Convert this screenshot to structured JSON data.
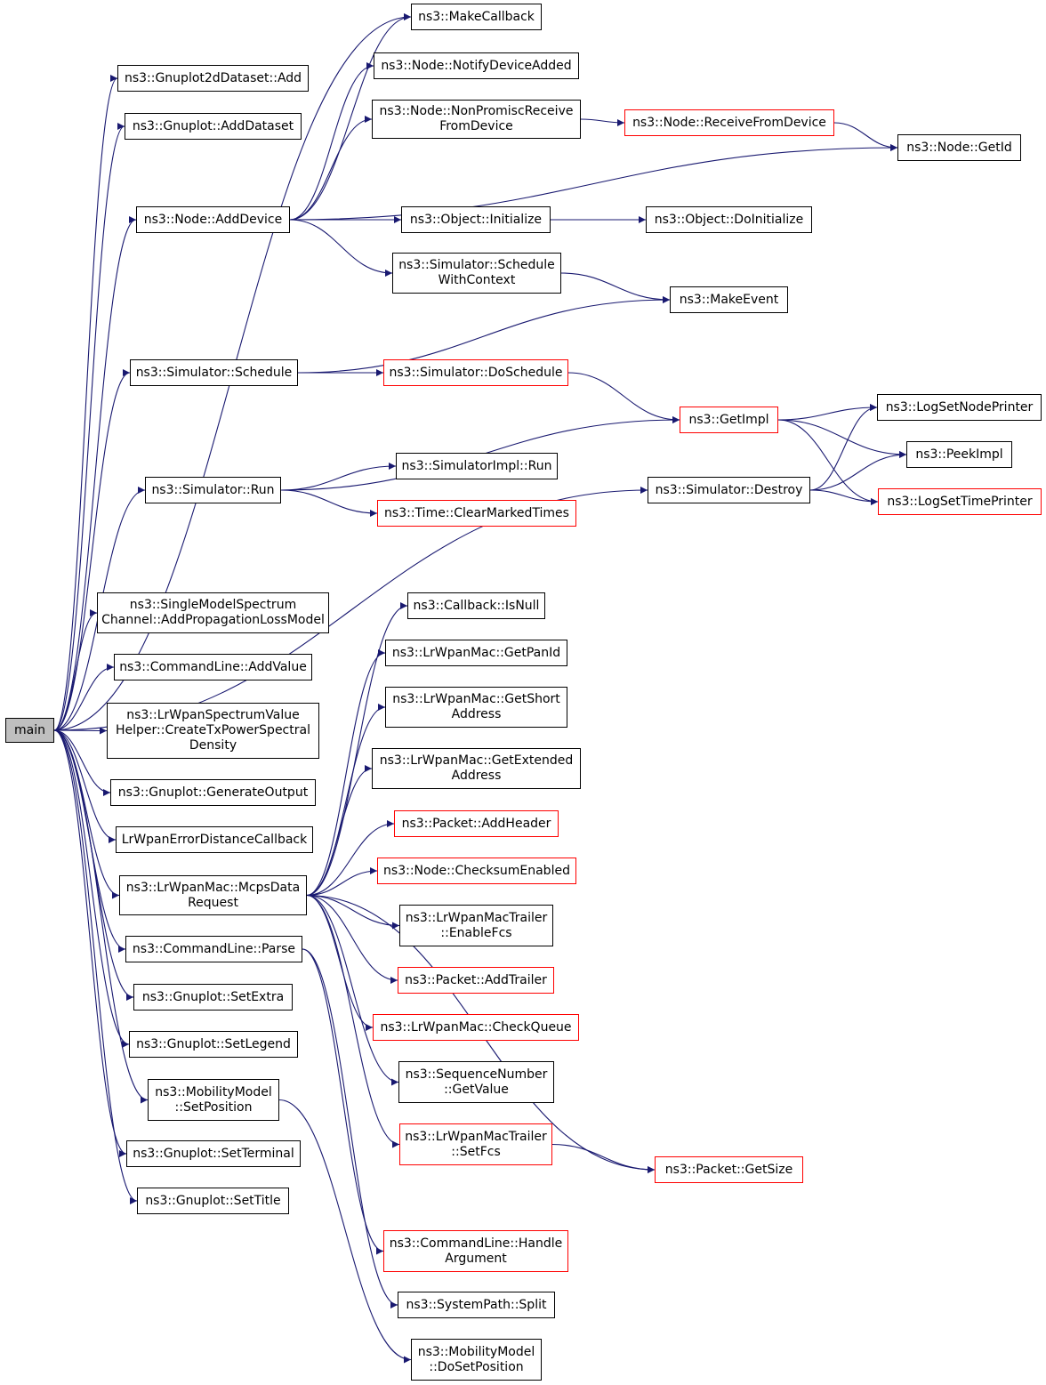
{
  "colors": {
    "edge": "#191970",
    "border": "#000000",
    "border_truncated": "#ff0000",
    "root_fill": "#bfbfbf",
    "background": "#ffffff"
  },
  "nodes": [
    {
      "id": "main",
      "lines": [
        "main"
      ],
      "style": "root"
    },
    {
      "id": "gp2d_add",
      "lines": [
        "ns3::Gnuplot2dDataset::Add"
      ]
    },
    {
      "id": "gp_adddataset",
      "lines": [
        "ns3::Gnuplot::AddDataset"
      ]
    },
    {
      "id": "node_adddevice",
      "lines": [
        "ns3::Node::AddDevice"
      ]
    },
    {
      "id": "sim_schedule",
      "lines": [
        "ns3::Simulator::Schedule"
      ]
    },
    {
      "id": "sim_run",
      "lines": [
        "ns3::Simulator::Run"
      ]
    },
    {
      "id": "smsc_addprop",
      "lines": [
        "ns3::SingleModelSpectrum",
        "Channel::AddPropagationLossModel"
      ]
    },
    {
      "id": "cl_addvalue",
      "lines": [
        "ns3::CommandLine::AddValue"
      ]
    },
    {
      "id": "lrwpan_svh",
      "lines": [
        "ns3::LrWpanSpectrumValue",
        "Helper::CreateTxPowerSpectral",
        "Density"
      ]
    },
    {
      "id": "gp_genout",
      "lines": [
        "ns3::Gnuplot::GenerateOutput"
      ]
    },
    {
      "id": "lrwpan_errcb",
      "lines": [
        "LrWpanErrorDistanceCallback"
      ]
    },
    {
      "id": "mcps",
      "lines": [
        "ns3::LrWpanMac::McpsData",
        "Request"
      ]
    },
    {
      "id": "cl_parse",
      "lines": [
        "ns3::CommandLine::Parse"
      ]
    },
    {
      "id": "gp_setextra",
      "lines": [
        "ns3::Gnuplot::SetExtra"
      ]
    },
    {
      "id": "gp_setlegend",
      "lines": [
        "ns3::Gnuplot::SetLegend"
      ]
    },
    {
      "id": "mm_setpos",
      "lines": [
        "ns3::MobilityModel",
        "::SetPosition"
      ]
    },
    {
      "id": "gp_setterm",
      "lines": [
        "ns3::Gnuplot::SetTerminal"
      ]
    },
    {
      "id": "gp_settitle",
      "lines": [
        "ns3::Gnuplot::SetTitle"
      ]
    },
    {
      "id": "makecb",
      "lines": [
        "ns3::MakeCallback"
      ]
    },
    {
      "id": "node_notify",
      "lines": [
        "ns3::Node::NotifyDeviceAdded"
      ]
    },
    {
      "id": "node_nonprom",
      "lines": [
        "ns3::Node::NonPromiscReceive",
        "FromDevice"
      ]
    },
    {
      "id": "obj_init",
      "lines": [
        "ns3::Object::Initialize"
      ]
    },
    {
      "id": "sim_schedctx",
      "lines": [
        "ns3::Simulator::Schedule",
        "WithContext"
      ]
    },
    {
      "id": "sim_dosched",
      "lines": [
        "ns3::Simulator::DoSchedule"
      ],
      "style": "red"
    },
    {
      "id": "simimpl_run",
      "lines": [
        "ns3::SimulatorImpl::Run"
      ]
    },
    {
      "id": "time_clear",
      "lines": [
        "ns3::Time::ClearMarkedTimes"
      ],
      "style": "red"
    },
    {
      "id": "node_recv",
      "lines": [
        "ns3::Node::ReceiveFromDevice"
      ],
      "style": "red"
    },
    {
      "id": "node_getid",
      "lines": [
        "ns3::Node::GetId"
      ]
    },
    {
      "id": "obj_doinit",
      "lines": [
        "ns3::Object::DoInitialize"
      ]
    },
    {
      "id": "makeevent",
      "lines": [
        "ns3::MakeEvent"
      ]
    },
    {
      "id": "getimpl",
      "lines": [
        "ns3::GetImpl"
      ],
      "style": "red"
    },
    {
      "id": "sim_destroy",
      "lines": [
        "ns3::Simulator::Destroy"
      ]
    },
    {
      "id": "logsetnode",
      "lines": [
        "ns3::LogSetNodePrinter"
      ]
    },
    {
      "id": "peekimpl",
      "lines": [
        "ns3::PeekImpl"
      ]
    },
    {
      "id": "logsettime",
      "lines": [
        "ns3::LogSetTimePrinter"
      ],
      "style": "red"
    },
    {
      "id": "cb_isnull",
      "lines": [
        "ns3::Callback::IsNull"
      ]
    },
    {
      "id": "mac_panid",
      "lines": [
        "ns3::LrWpanMac::GetPanId"
      ]
    },
    {
      "id": "mac_short",
      "lines": [
        "ns3::LrWpanMac::GetShort",
        "Address"
      ]
    },
    {
      "id": "mac_ext",
      "lines": [
        "ns3::LrWpanMac::GetExtended",
        "Address"
      ]
    },
    {
      "id": "pkt_addheader",
      "lines": [
        "ns3::Packet::AddHeader"
      ],
      "style": "red"
    },
    {
      "id": "node_cksum",
      "lines": [
        "ns3::Node::ChecksumEnabled"
      ],
      "style": "red"
    },
    {
      "id": "trailer_enable",
      "lines": [
        "ns3::LrWpanMacTrailer",
        "::EnableFcs"
      ]
    },
    {
      "id": "pkt_addtrailer",
      "lines": [
        "ns3::Packet::AddTrailer"
      ],
      "style": "red"
    },
    {
      "id": "mac_checkqueue",
      "lines": [
        "ns3::LrWpanMac::CheckQueue"
      ],
      "style": "red"
    },
    {
      "id": "seqnum",
      "lines": [
        "ns3::SequenceNumber",
        "::GetValue"
      ]
    },
    {
      "id": "trailer_setfcs",
      "lines": [
        "ns3::LrWpanMacTrailer",
        "::SetFcs"
      ],
      "style": "red"
    },
    {
      "id": "pkt_getsize",
      "lines": [
        "ns3::Packet::GetSize"
      ],
      "style": "red"
    },
    {
      "id": "cl_handlearg",
      "lines": [
        "ns3::CommandLine::Handle",
        "Argument"
      ],
      "style": "red"
    },
    {
      "id": "syspath_split",
      "lines": [
        "ns3::SystemPath::Split"
      ]
    },
    {
      "id": "mm_dosetpos",
      "lines": [
        "ns3::MobilityModel",
        "::DoSetPosition"
      ]
    }
  ],
  "edges": [
    [
      "main",
      "gp2d_add"
    ],
    [
      "main",
      "gp_adddataset"
    ],
    [
      "main",
      "node_adddevice"
    ],
    [
      "main",
      "sim_schedule"
    ],
    [
      "main",
      "sim_run"
    ],
    [
      "main",
      "smsc_addprop"
    ],
    [
      "main",
      "cl_addvalue"
    ],
    [
      "main",
      "lrwpan_svh"
    ],
    [
      "main",
      "gp_genout"
    ],
    [
      "main",
      "lrwpan_errcb"
    ],
    [
      "main",
      "mcps"
    ],
    [
      "main",
      "cl_parse"
    ],
    [
      "main",
      "gp_setextra"
    ],
    [
      "main",
      "gp_setlegend"
    ],
    [
      "main",
      "mm_setpos"
    ],
    [
      "main",
      "gp_setterm"
    ],
    [
      "main",
      "gp_settitle"
    ],
    [
      "main",
      "makecb"
    ],
    [
      "main",
      "sim_destroy"
    ],
    [
      "node_adddevice",
      "makecb"
    ],
    [
      "node_adddevice",
      "node_notify"
    ],
    [
      "node_adddevice",
      "node_nonprom"
    ],
    [
      "node_adddevice",
      "node_getid"
    ],
    [
      "node_adddevice",
      "obj_init"
    ],
    [
      "node_adddevice",
      "sim_schedctx"
    ],
    [
      "node_nonprom",
      "node_recv"
    ],
    [
      "node_recv",
      "node_getid"
    ],
    [
      "obj_init",
      "obj_doinit"
    ],
    [
      "sim_schedctx",
      "makeevent"
    ],
    [
      "sim_schedule",
      "makeevent"
    ],
    [
      "sim_schedule",
      "sim_dosched"
    ],
    [
      "sim_dosched",
      "getimpl"
    ],
    [
      "sim_run",
      "getimpl"
    ],
    [
      "sim_run",
      "simimpl_run"
    ],
    [
      "sim_run",
      "time_clear"
    ],
    [
      "getimpl",
      "logsetnode"
    ],
    [
      "getimpl",
      "peekimpl"
    ],
    [
      "getimpl",
      "logsettime"
    ],
    [
      "sim_destroy",
      "logsetnode"
    ],
    [
      "sim_destroy",
      "peekimpl"
    ],
    [
      "sim_destroy",
      "logsettime"
    ],
    [
      "mcps",
      "cb_isnull"
    ],
    [
      "mcps",
      "mac_panid"
    ],
    [
      "mcps",
      "mac_short"
    ],
    [
      "mcps",
      "mac_ext"
    ],
    [
      "mcps",
      "pkt_addheader"
    ],
    [
      "mcps",
      "node_cksum"
    ],
    [
      "mcps",
      "trailer_enable"
    ],
    [
      "mcps",
      "pkt_addtrailer"
    ],
    [
      "mcps",
      "mac_checkqueue"
    ],
    [
      "mcps",
      "seqnum"
    ],
    [
      "mcps",
      "trailer_setfcs"
    ],
    [
      "mcps",
      "pkt_getsize"
    ],
    [
      "trailer_setfcs",
      "pkt_getsize"
    ],
    [
      "cl_parse",
      "cl_handlearg"
    ],
    [
      "cl_parse",
      "syspath_split"
    ],
    [
      "mm_setpos",
      "mm_dosetpos"
    ]
  ]
}
